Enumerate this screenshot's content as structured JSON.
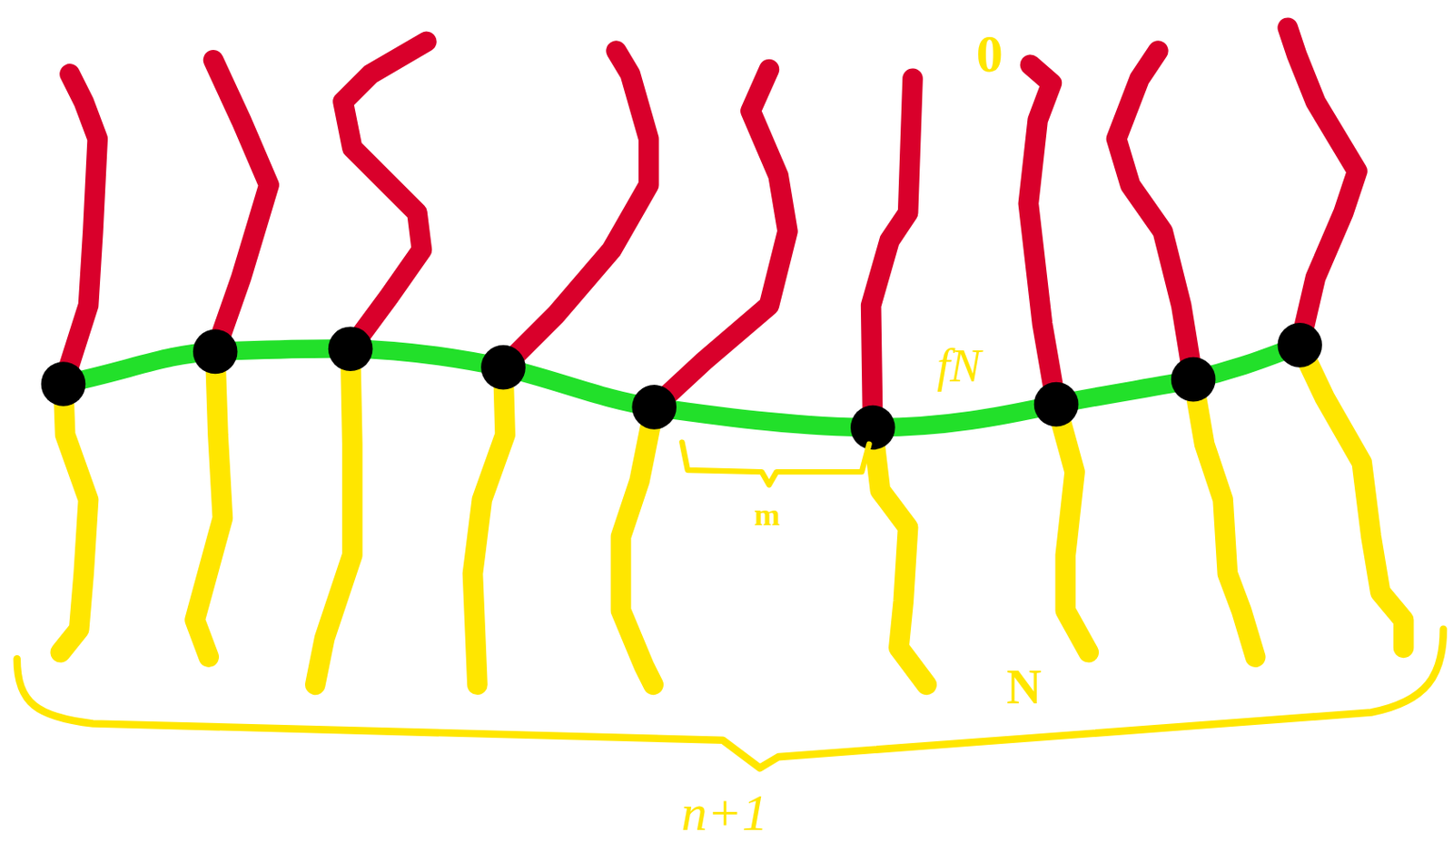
{
  "diagram": {
    "labels": [
      "0",
      "fN",
      "m",
      "N",
      "n+1"
    ]
  }
}
